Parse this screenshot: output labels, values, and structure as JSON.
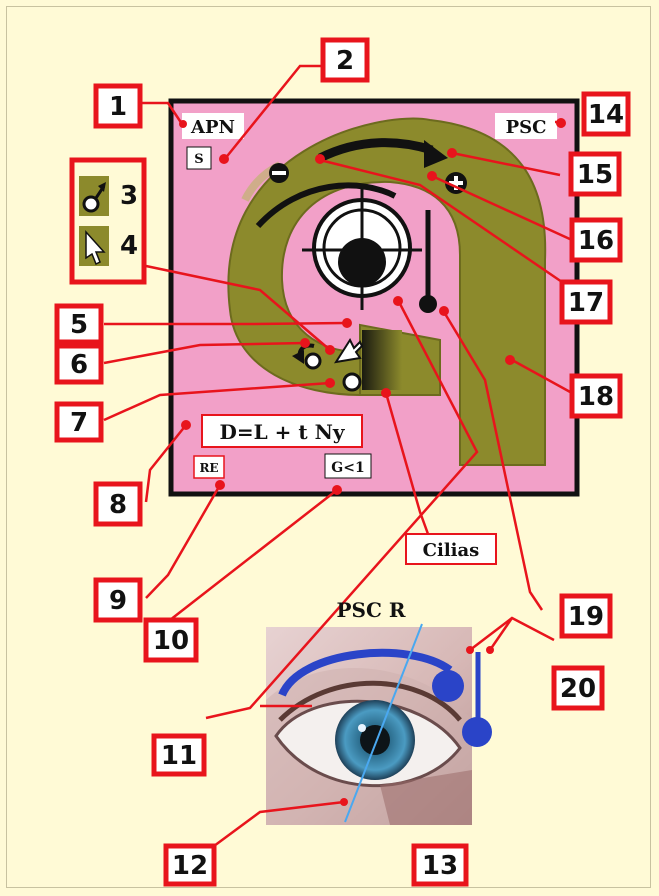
{
  "colors": {
    "background": "#fffad6",
    "panel": "#f2a0c8",
    "olive": "#8c8a2c",
    "red": "#e8141c",
    "blue": "#2a44c8",
    "black": "#111111"
  },
  "callouts": [
    "1",
    "2",
    "3",
    "4",
    "5",
    "6",
    "7",
    "8",
    "9",
    "10",
    "11",
    "12",
    "13",
    "14",
    "15",
    "16",
    "17",
    "18",
    "19",
    "20"
  ],
  "labels": {
    "apn": "APN",
    "s": "S",
    "psc": "PSC",
    "formula": "D=L + t Ny",
    "re": "RE",
    "g": "G<1",
    "cilias": "Cilias",
    "psc_r": "PSC R"
  },
  "icons": {
    "male": "male-symbol-icon",
    "arrow": "cursor-arrow-icon",
    "minus": "minus-circle-icon",
    "plus": "plus-circle-icon",
    "target": "crosshair-target-icon"
  }
}
